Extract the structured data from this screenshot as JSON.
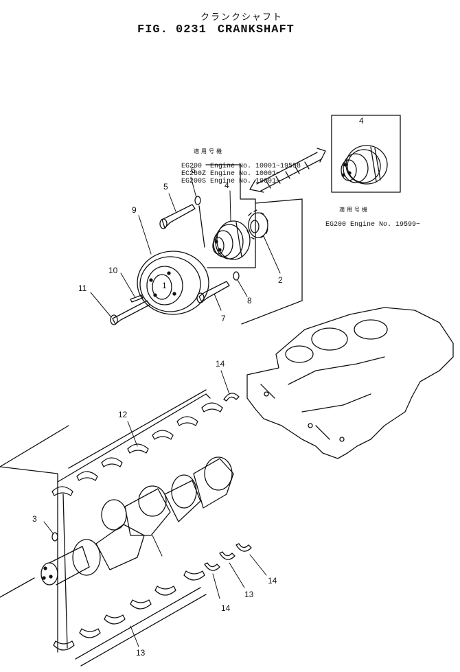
{
  "title": {
    "japanese": "クランクシャフト",
    "figure_number": "FIG. 0231",
    "figure_name": "CRANKSHAFT"
  },
  "notes": {
    "applicable_a": {
      "jp_heading": "適用号機",
      "lines": [
        "EG200  Engine No. 10001~19598",
        "EC260Z Engine No. 10001~",
        "EG200S Engine No. 10001~"
      ]
    },
    "applicable_b": {
      "jp_heading": "適用号機",
      "lines": [
        "EG200 Engine No. 19599~"
      ]
    }
  },
  "callouts": {
    "c1": "1",
    "c2": "2",
    "c3": "3",
    "c4a": "4",
    "c4b": "4",
    "c5": "5",
    "c6": "6",
    "c7": "7",
    "c8": "8",
    "c9": "9",
    "c10": "10",
    "c11": "11",
    "c12": "12",
    "c13a": "13",
    "c13b": "13",
    "c14a": "14",
    "c14b": "14",
    "c14c": "14"
  }
}
